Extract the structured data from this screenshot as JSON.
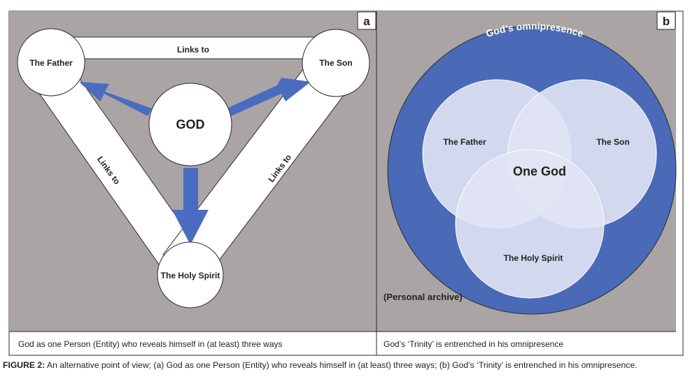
{
  "colors": {
    "panel_bg": "#aaa5a4",
    "arrow_blue": "#4a6cc0",
    "omnipresence_blue": "#4a6ab8",
    "venn_fill": "#e1e4f4",
    "venn_stroke": "#ffffff",
    "frame": "#2a2a2a"
  },
  "panel_a": {
    "badge": "a",
    "nodes": {
      "father": "The Father",
      "son": "The Son",
      "spirit": "The Holy Spirit",
      "god": "GOD"
    },
    "link_labels": {
      "top": "Links to",
      "left": "Links to",
      "right": "Links to"
    },
    "caption": "God as one Person (Entity) who reveals himself in (at least) three ways"
  },
  "panel_b": {
    "badge": "b",
    "outer_label": "God’s omnipresence",
    "venn": {
      "father": "The Father",
      "son": "The Son",
      "spirit": "The Holy Spirit",
      "center": "One God"
    },
    "archive_note": "(Personal archive)",
    "caption": "God’s ‘Trinity’ is entrenched in his omnipresence"
  },
  "figure_caption": {
    "label": "FIGURE 2:",
    "text": " An alternative point of view; (a) God as one Person (Entity) who reveals himself in (at least) three ways; (b) God’s ‘Trinity’ is entrenched in his omnipresence."
  }
}
